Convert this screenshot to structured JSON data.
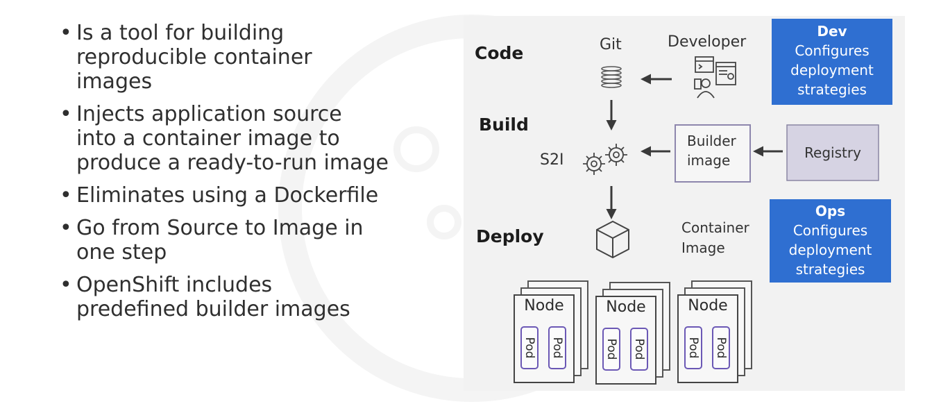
{
  "bullets": [
    "Is a tool for building reproducible container images",
    "Injects application source into a container image to produce a ready-to-run image",
    "Eliminates using a Dockerfile",
    "Go from Source to Image in one step",
    "OpenShift includes predefined builder images"
  ],
  "bullet_lines": [
    [
      "Is a tool for building",
      "reproducible container",
      "images"
    ],
    [
      "Injects application source",
      "into a container image to",
      "produce a ready-to-run image"
    ],
    [
      "Eliminates using a Dockerfile"
    ],
    [
      "Go from Source to Image in",
      "one step"
    ],
    [
      "OpenShift includes",
      "predefined builder images"
    ]
  ],
  "diagram": {
    "stages": {
      "code": "Code",
      "build": "Build",
      "deploy": "Deploy"
    },
    "git": "Git",
    "developer": "Developer",
    "s2i": "S2I",
    "builder_image": {
      "line1": "Builder",
      "line2": "image"
    },
    "registry": "Registry",
    "container_image": {
      "line1": "Container",
      "line2": "Image"
    },
    "dev_box": {
      "title": "Dev",
      "line1": "Configures",
      "line2": "deployment",
      "line3": "strategies"
    },
    "ops_box": {
      "title": "Ops",
      "line1": "Configures",
      "line2": "deployment",
      "line3": "strategies"
    },
    "nodes": [
      {
        "label": "Node",
        "pods": [
          "Pod",
          "Pod"
        ]
      },
      {
        "label": "Node",
        "pods": [
          "Pod",
          "Pod"
        ]
      },
      {
        "label": "Node",
        "pods": [
          "Pod",
          "Pod"
        ]
      }
    ]
  },
  "colors": {
    "role_box": "#2f6fd1",
    "panel": "#f2f2f2",
    "pod_border": "#6b58b5",
    "registry": "#d6d3e3"
  }
}
